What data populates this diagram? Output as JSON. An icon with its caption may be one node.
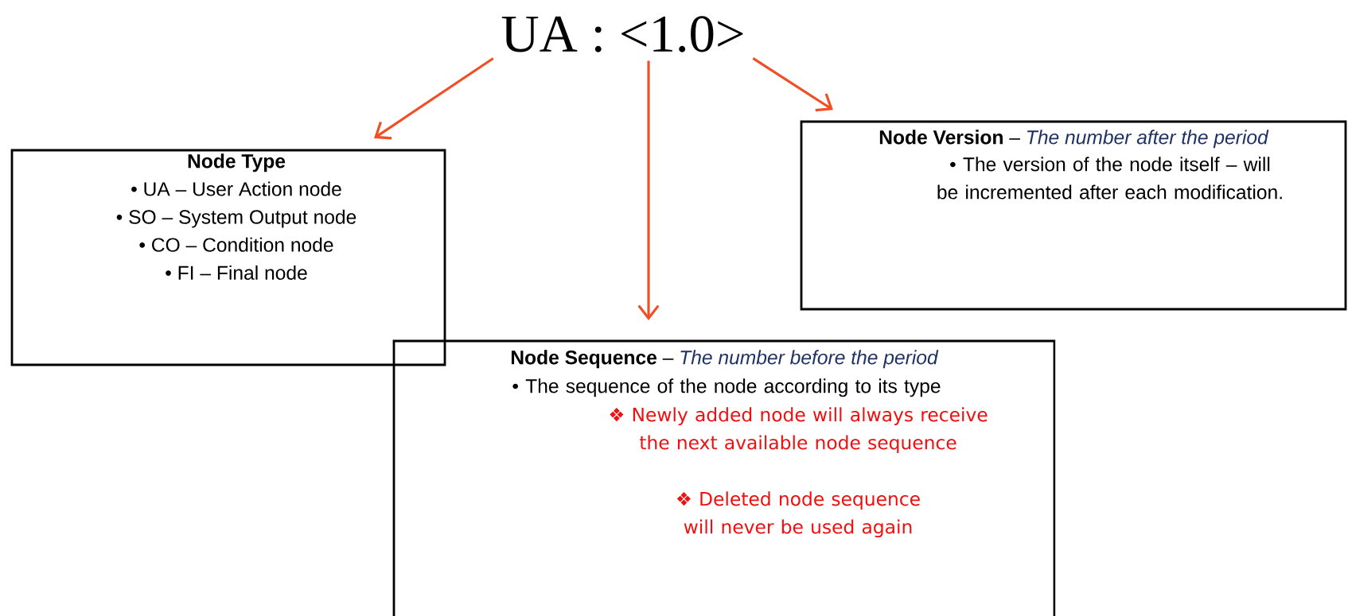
{
  "diagram": {
    "nodes": [
      {
        "text": [
          "UA : <1.0>"
        ]
      },
      {
        "text": [
          "Node Type",
          "• UA – User Action node",
          "• SO – System Output node",
          "• CO – Condition node",
          "• FI – Final node"
        ]
      },
      {
        "text": [
          "**Node Version** –",
          "The number after the period",
          "• The version of the node itself – will be incremented after each modification."
        ]
      },
      {
        "text": [
          "**Node Sequence** –",
          "The number before the period",
          "• The sequence of the node according to its type",
          "❖ Newly added node will always receive the next available node sequence",
          "❖ Deleted node sequence will never be used again"
        ]
      }
    ],
    "edges": [
      {
        "from": 0,
        "to": 1,
        "arrow": "to"
      },
      {
        "from": 0,
        "to": 3,
        "arrow": "to"
      },
      {
        "from": 0,
        "to": 2,
        "arrow": "to"
      }
    ]
  }
}
